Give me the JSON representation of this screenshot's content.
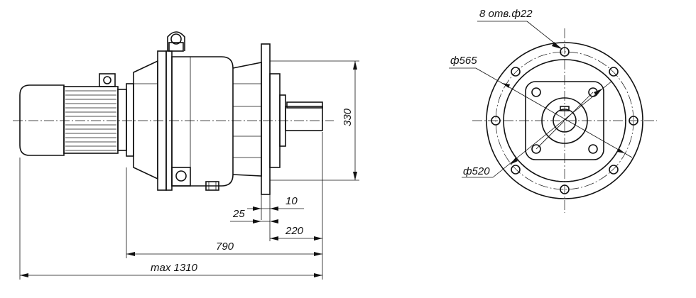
{
  "dimensions": {
    "max_length": "max 1310",
    "length_790": "790",
    "shaft_220": "220",
    "offset_25": "25",
    "flange_10": "10",
    "height_330": "330",
    "holes": "8 отв.ф22",
    "dia_565": "ф565",
    "dia_520": "ф520"
  }
}
